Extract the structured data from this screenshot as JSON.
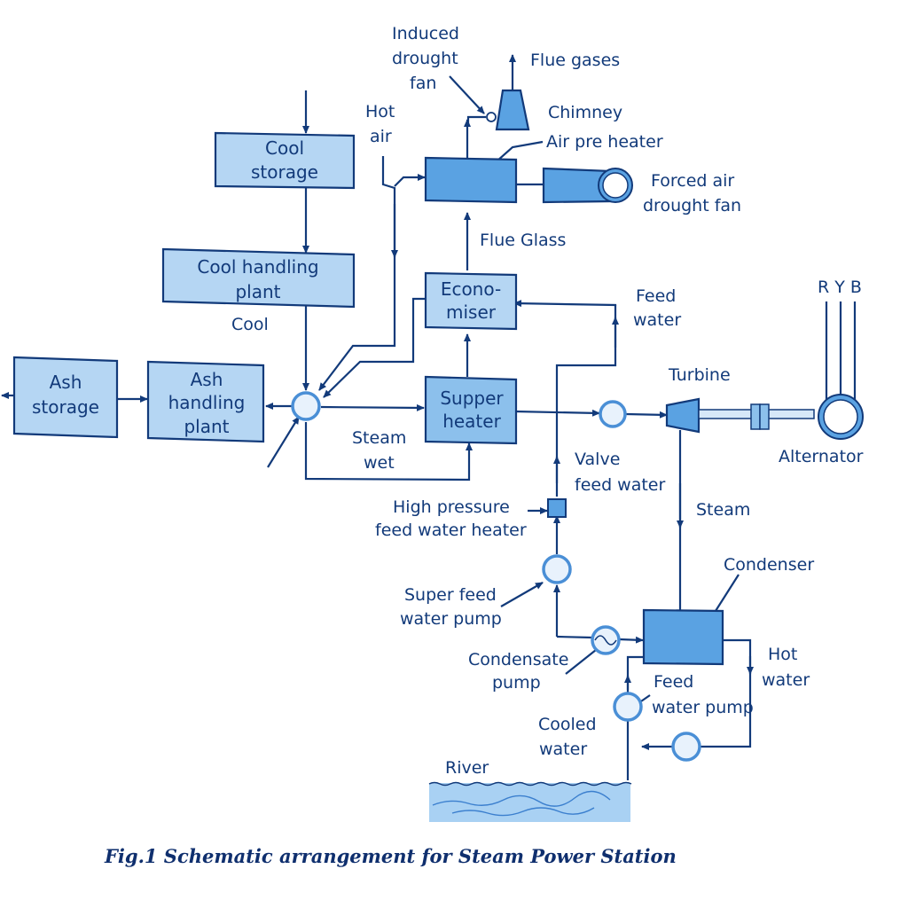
{
  "colors": {
    "line": "#123a7a",
    "box_light": "#b5d6f3",
    "box_dark": "#5aa2e2",
    "circle_fill": "#e8f2fc",
    "circle_stroke": "#4a8fd6",
    "river": "#a9d1f3"
  },
  "boxes": {
    "cool_storage": [
      "Cool",
      "storage"
    ],
    "cool_handling": [
      "Cool handling",
      "plant"
    ],
    "ash_storage": [
      "Ash",
      "storage"
    ],
    "ash_handling": [
      "Ash",
      "handling",
      "plant"
    ],
    "economiser": [
      "Econo-",
      "miser"
    ],
    "super_heater": [
      "Supper",
      "heater"
    ]
  },
  "labels": {
    "induced_fan": [
      "Induced",
      "drought",
      "fan"
    ],
    "flue_gases": "Flue gases",
    "chimney": "Chimney",
    "air_pre_heater": "Air pre heater",
    "hot_air": [
      "Hot",
      "air"
    ],
    "forced_fan": [
      "Forced air",
      "drought fan"
    ],
    "flue_glass": "Flue Glass",
    "cool": "Cool",
    "feed_water": [
      "Feed",
      "water"
    ],
    "rybs": "R Y B",
    "turbine": "Turbine",
    "alternator": "Alternator",
    "steam_wet": [
      "Steam",
      "wet"
    ],
    "valve_feed": [
      "Valve",
      "feed water"
    ],
    "steam": "Steam",
    "hp_heater": [
      "High pressure",
      "feed water heater"
    ],
    "condenser": "Condenser",
    "super_feed_pump": [
      "Super feed",
      "water pump"
    ],
    "condensate_pump": [
      "Condensate",
      "pump"
    ],
    "hot_water": [
      "Hot",
      "water"
    ],
    "feed_water_pump": [
      "Feed",
      "water pump"
    ],
    "cooled_water": [
      "Cooled",
      "water"
    ],
    "river": "River"
  },
  "caption": "Fig.1 Schematic arrangement for Steam Power Station"
}
